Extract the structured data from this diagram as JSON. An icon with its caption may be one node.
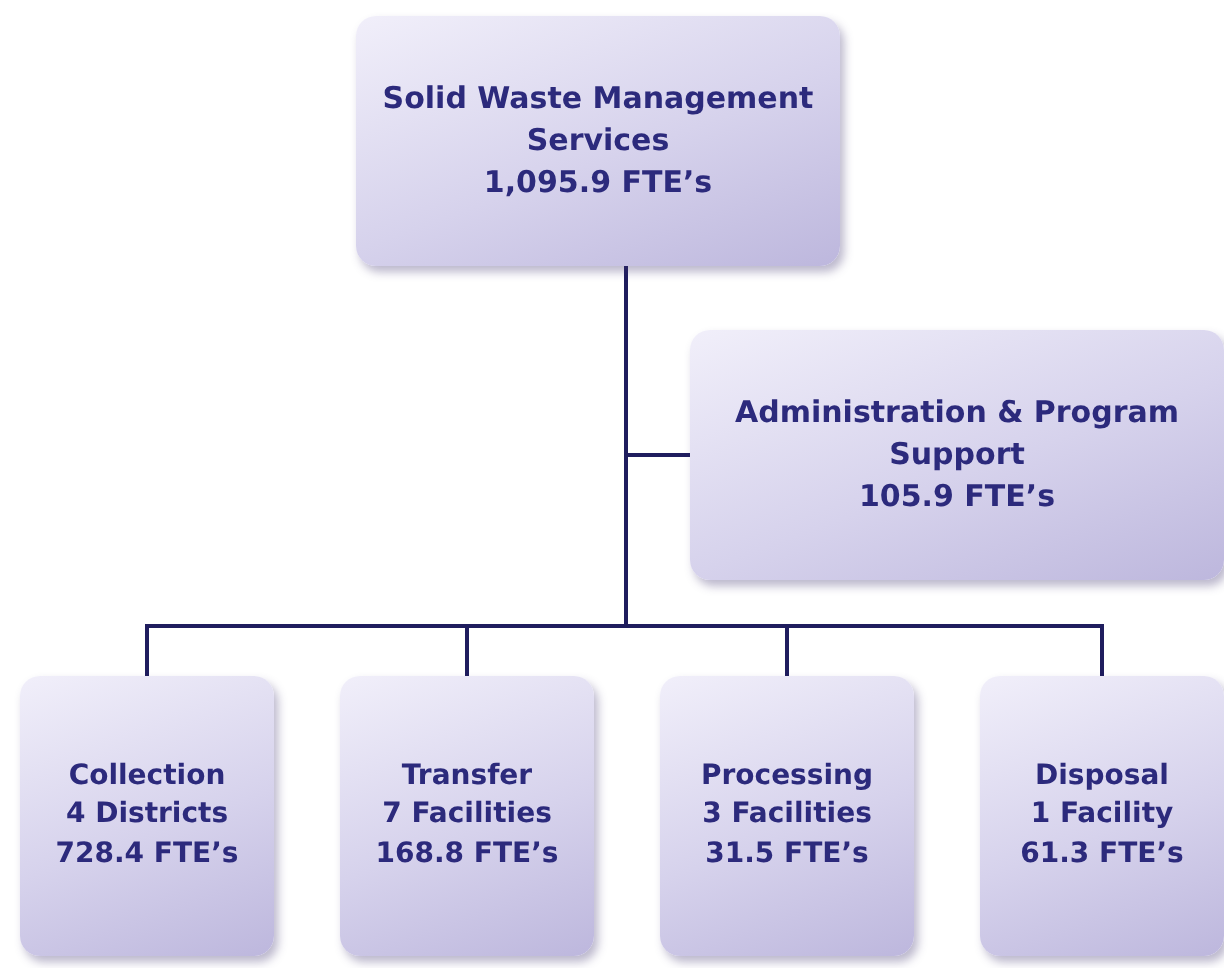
{
  "diagram": {
    "nodes": [
      {
        "text": [
          "Solid Waste Management Services",
          "1,095.9 FTE’s"
        ]
      },
      {
        "text": [
          "Administration & Program Support",
          "105.9 FTE’s"
        ]
      },
      {
        "text": [
          "Collection",
          "4 Districts",
          "728.4 FTE’s"
        ]
      },
      {
        "text": [
          "Transfer",
          "7 Facilities",
          "168.8 FTE’s"
        ]
      },
      {
        "text": [
          "Processing",
          "3 Facilities",
          "31.5 FTE’s"
        ]
      },
      {
        "text": [
          "Disposal",
          "1 Facility",
          "61.3 FTE’s"
        ]
      }
    ],
    "edges": [
      {
        "from": 0,
        "to": 1,
        "arrow": "none"
      },
      {
        "from": 0,
        "to": 2,
        "arrow": "none"
      },
      {
        "from": 0,
        "to": 3,
        "arrow": "none"
      },
      {
        "from": 0,
        "to": 4,
        "arrow": "none"
      },
      {
        "from": 0,
        "to": 5,
        "arrow": "none"
      }
    ]
  }
}
